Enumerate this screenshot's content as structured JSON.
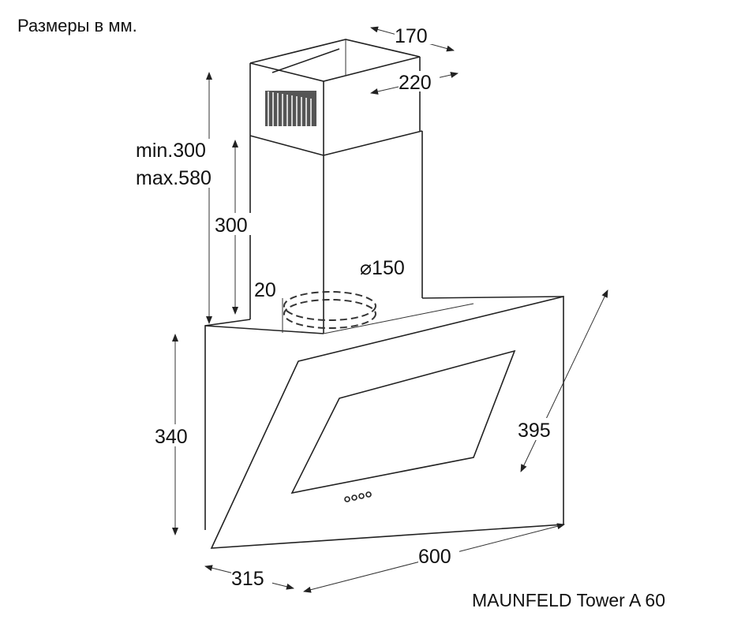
{
  "title": "Размеры в мм.",
  "model": "MAUNFELD Tower A 60",
  "dimensions": {
    "chimney_depth": "170",
    "chimney_width": "220",
    "chimney_min": "min.300",
    "chimney_max": "max.580",
    "lower_chimney": "300",
    "offset": "20",
    "duct_diameter": "⌀150",
    "body_height": "340",
    "glass_height": "395",
    "width": "600",
    "depth": "315"
  }
}
